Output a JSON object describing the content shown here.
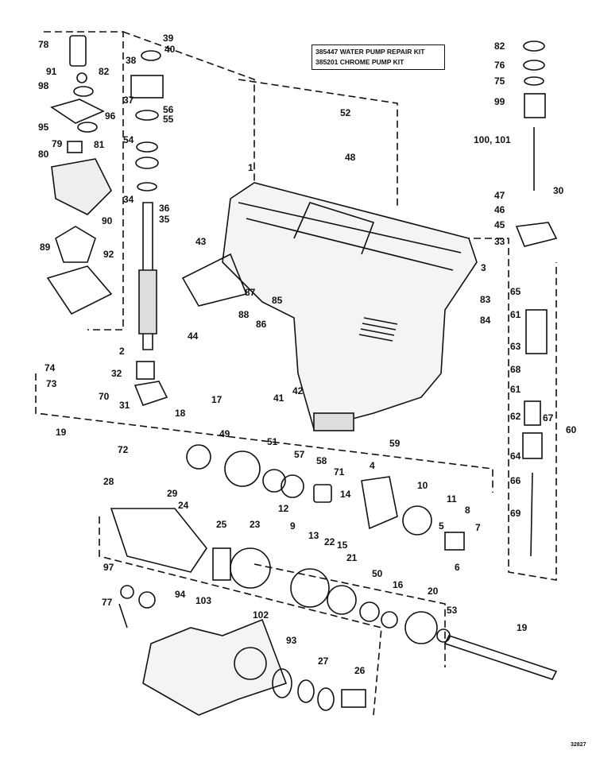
{
  "kits": {
    "water_pump": "385447 WATER PUMP REPAIR KIT",
    "chrome_pump": "385201 CHROME PUMP KIT"
  },
  "figure_number": "32827",
  "callouts": [
    "78",
    "39",
    "40",
    "91",
    "98",
    "82",
    "38",
    "37",
    "56",
    "55",
    "95",
    "96",
    "54",
    "79",
    "81",
    "80",
    "34",
    "36",
    "35",
    "90",
    "89",
    "92",
    "43",
    "52",
    "48",
    "1",
    "82",
    "76",
    "75",
    "99",
    "100, 101",
    "47",
    "30",
    "46",
    "45",
    "33",
    "3",
    "65",
    "61",
    "63",
    "68",
    "61",
    "62",
    "67",
    "60",
    "64",
    "66",
    "69",
    "87",
    "85",
    "88",
    "86",
    "44",
    "83",
    "84",
    "41",
    "42",
    "2",
    "32",
    "74",
    "73",
    "70",
    "17",
    "31",
    "19",
    "18",
    "49",
    "51",
    "72",
    "59",
    "57",
    "58",
    "71",
    "4",
    "10",
    "11",
    "8",
    "7",
    "6",
    "28",
    "29",
    "24",
    "12",
    "14",
    "13",
    "9",
    "5",
    "15",
    "25",
    "23",
    "22",
    "21",
    "50",
    "16",
    "20",
    "53",
    "97",
    "94",
    "77",
    "103",
    "102",
    "93",
    "27",
    "26",
    "19"
  ]
}
